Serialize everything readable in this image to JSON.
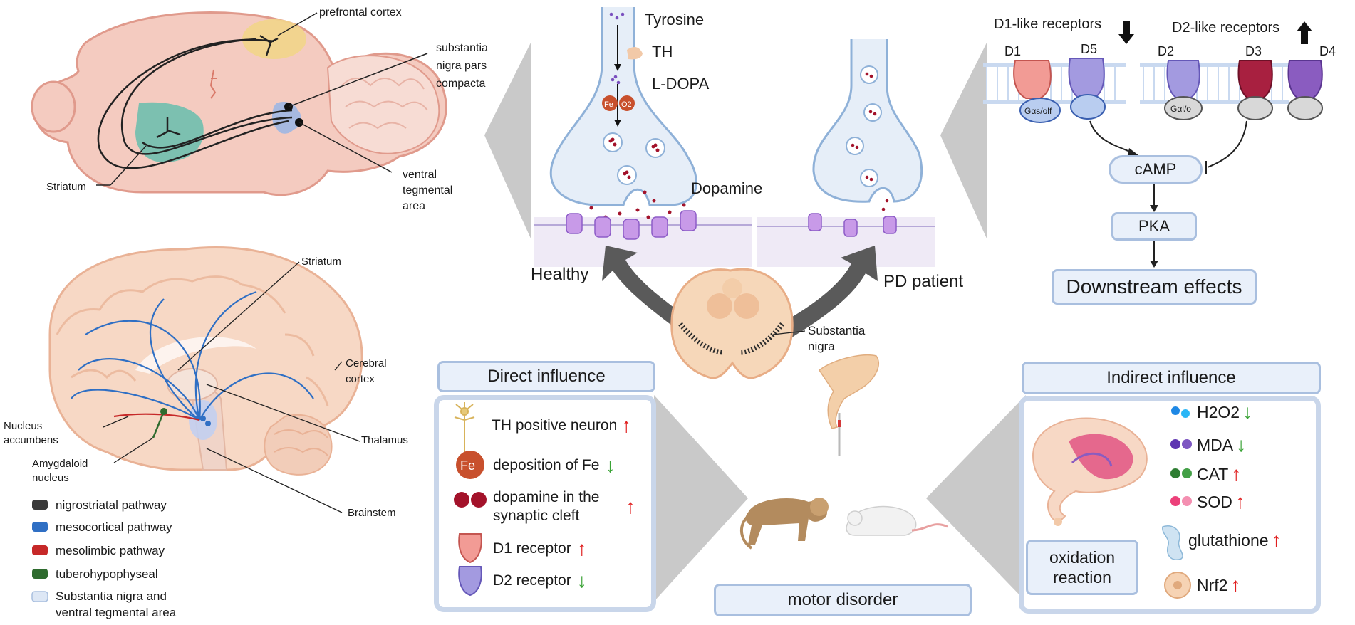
{
  "brain_labels": {
    "prefrontal": "prefrontal cortex",
    "snpc": "substantia nigra pars compacta",
    "vta": "ventral tegmental area",
    "striatum_top": "Striatum",
    "striatum": "Striatum",
    "cerebral_cortex": "Cerebral cortex",
    "nucleus_accumbens": "Nucleus accumbens",
    "thalamus": "Thalamus",
    "amygdaloid": "Amygdaloid nucleus",
    "brainstem": "Brainstem"
  },
  "legend": [
    {
      "label": "nigrostriatal pathway",
      "color": "#3a3a3a"
    },
    {
      "label": "mesocortical pathway",
      "color": "#2f6fc4"
    },
    {
      "label": "mesolimbic pathway",
      "color": "#c62828"
    },
    {
      "label": "tuberohypophyseal",
      "color": "#2e6b2e"
    },
    {
      "label": "Substantia nigra and ventral tegmental area",
      "color": "#dde7f5"
    }
  ],
  "synapse": {
    "tyrosine": "Tyrosine",
    "th": "TH",
    "ldopa": "L-DOPA",
    "fe": "Fe",
    "o2": "O2",
    "dopamine": "Dopamine",
    "healthy": "Healthy",
    "pd": "PD patient",
    "substantia_nigra": "Substantia nigra"
  },
  "receptors": {
    "d1_like": "D1-like receptors",
    "d2_like": "D2-like receptors",
    "d1": "D1",
    "d5": "D5",
    "d2": "D2",
    "d3": "D3",
    "d4": "D4",
    "gs": "Gαs/olf",
    "gi": "Gαi/o",
    "camp": "cAMP",
    "pka": "PKA",
    "downstream": "Downstream effects"
  },
  "direct": {
    "title": "Direct influence",
    "items": [
      {
        "text": "TH positive neuron",
        "dir": "up"
      },
      {
        "text": "deposition of Fe",
        "dir": "down",
        "icon": "Fe"
      },
      {
        "text": "dopamine  in the synaptic cleft",
        "dir": "up"
      },
      {
        "text": "D1 receptor",
        "dir": "up"
      },
      {
        "text": "D2 receptor",
        "dir": "down"
      }
    ]
  },
  "indirect": {
    "title": "Indirect influence",
    "oxidation": "oxidation reaction",
    "items": [
      {
        "text": "H2O2",
        "dir": "down"
      },
      {
        "text": "MDA",
        "dir": "down"
      },
      {
        "text": "CAT",
        "dir": "up"
      },
      {
        "text": "SOD",
        "dir": "up"
      },
      {
        "text": "glutathione",
        "dir": "up"
      },
      {
        "text": "Nrf2",
        "dir": "up"
      }
    ]
  },
  "motor": "motor disorder",
  "arrows": {
    "up": "↑",
    "down": "↓"
  }
}
